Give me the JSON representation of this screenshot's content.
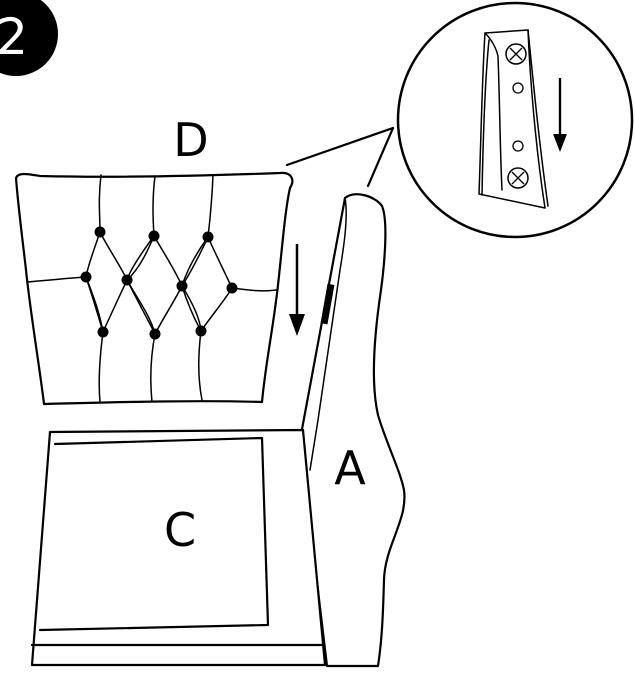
{
  "step": {
    "number": "2"
  },
  "parts": {
    "backrest": "D",
    "seat": "C",
    "side_panel": "A"
  },
  "colors": {
    "ink": "#000000",
    "paper": "#ffffff"
  },
  "icons": {
    "step_badge": "filled-circle",
    "insert_arrow": "arrow-down",
    "screw": "phillips-screw",
    "detail_view": "magnifier-circle"
  }
}
